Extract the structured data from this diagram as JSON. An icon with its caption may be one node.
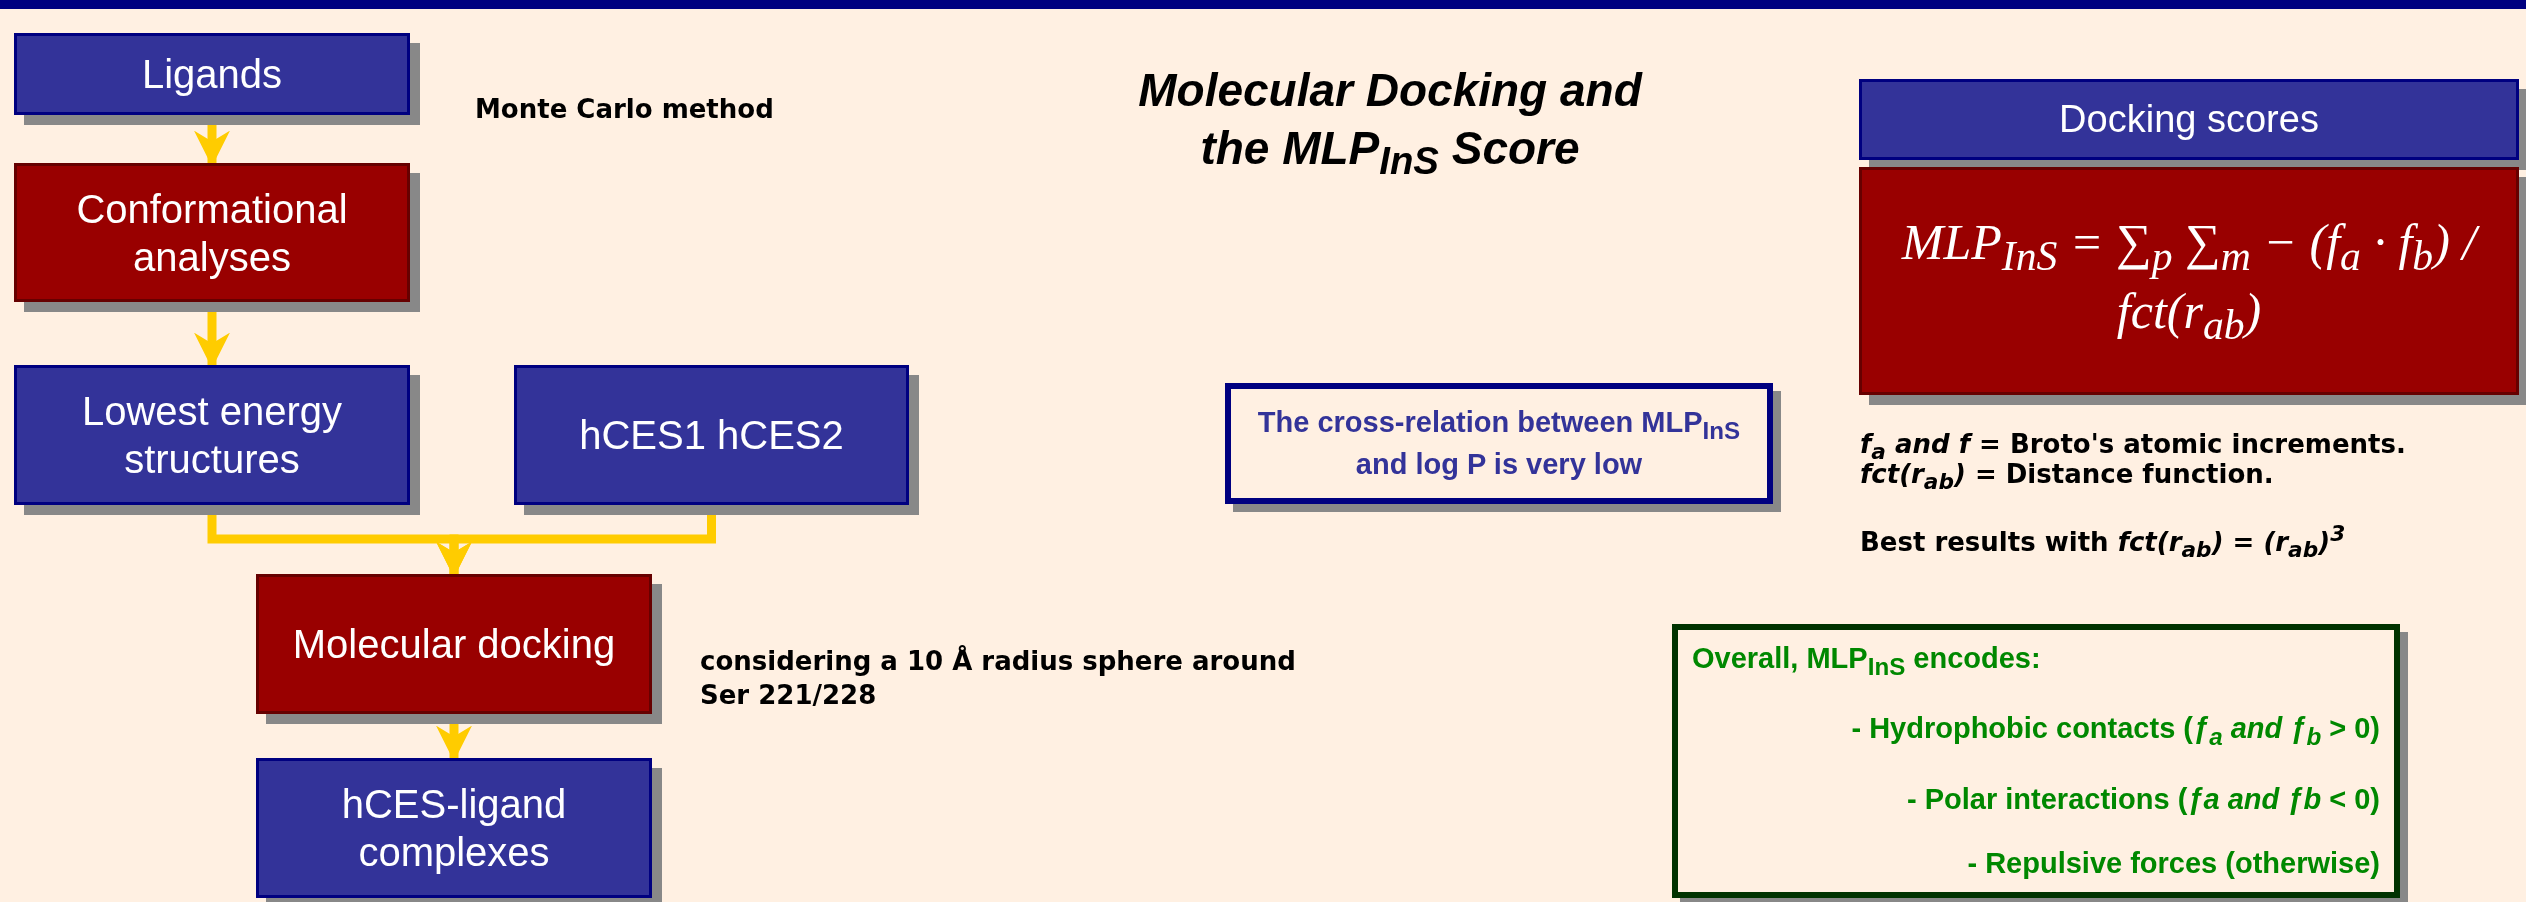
{
  "diagram": {
    "title": "Molecular Docking and the MLP$_{InS}$ Score",
    "nodes": [
      {
        "text": [
          "Ligands"
        ]
      },
      {
        "text": [
          "Conformational analyses"
        ]
      },
      {
        "text": [
          "Lowest energy structures"
        ]
      },
      {
        "text": [
          "hCES1 hCES2"
        ]
      },
      {
        "text": [
          "Molecular docking"
        ]
      },
      {
        "text": [
          "hCES-ligand complexes"
        ]
      },
      {
        "text": [
          "Docking scores"
        ]
      },
      {
        "text": [
          "MLP$_{InS}$ = ∑$_{p}$ ∑$_{m}$ − (f$_{a}$ · f$_{b}$) / fct(r$_{ab}$)"
        ]
      },
      {
        "text": [
          "The cross-relation between MLP$_{InS}$ and log P is very low"
        ]
      },
      {
        "text": [
          "Overall, MLP$_{InS}$ encodes:",
          "- Hydrophobic contacts (*ƒ$_{a}$ and ƒ$_{b}$* > 0)",
          "- Polar interactions (*ƒa and ƒb* < 0)",
          "- Repulsive forces (otherwise)"
        ]
      }
    ],
    "edges": [
      {
        "from": 0,
        "to": 1,
        "arrow": "to"
      },
      {
        "from": 1,
        "to": 2,
        "arrow": "to"
      },
      {
        "from": 2,
        "to": 4,
        "arrow": "to"
      },
      {
        "from": 3,
        "to": 4,
        "arrow": "to"
      },
      {
        "from": 4,
        "to": 5,
        "arrow": "to"
      }
    ],
    "labels": [
      "Monte Carlo method",
      "considering a 10 Å radius sphere around Ser 221/228",
      "*f$_{a}$ and f* = Broto's atomic increments.",
      "*fct(r$_{ab}$)* = Distance function.",
      "Best results with *fct(r$_{ab}$) = (r$_{ab}$)$^{3}$*"
    ]
  }
}
